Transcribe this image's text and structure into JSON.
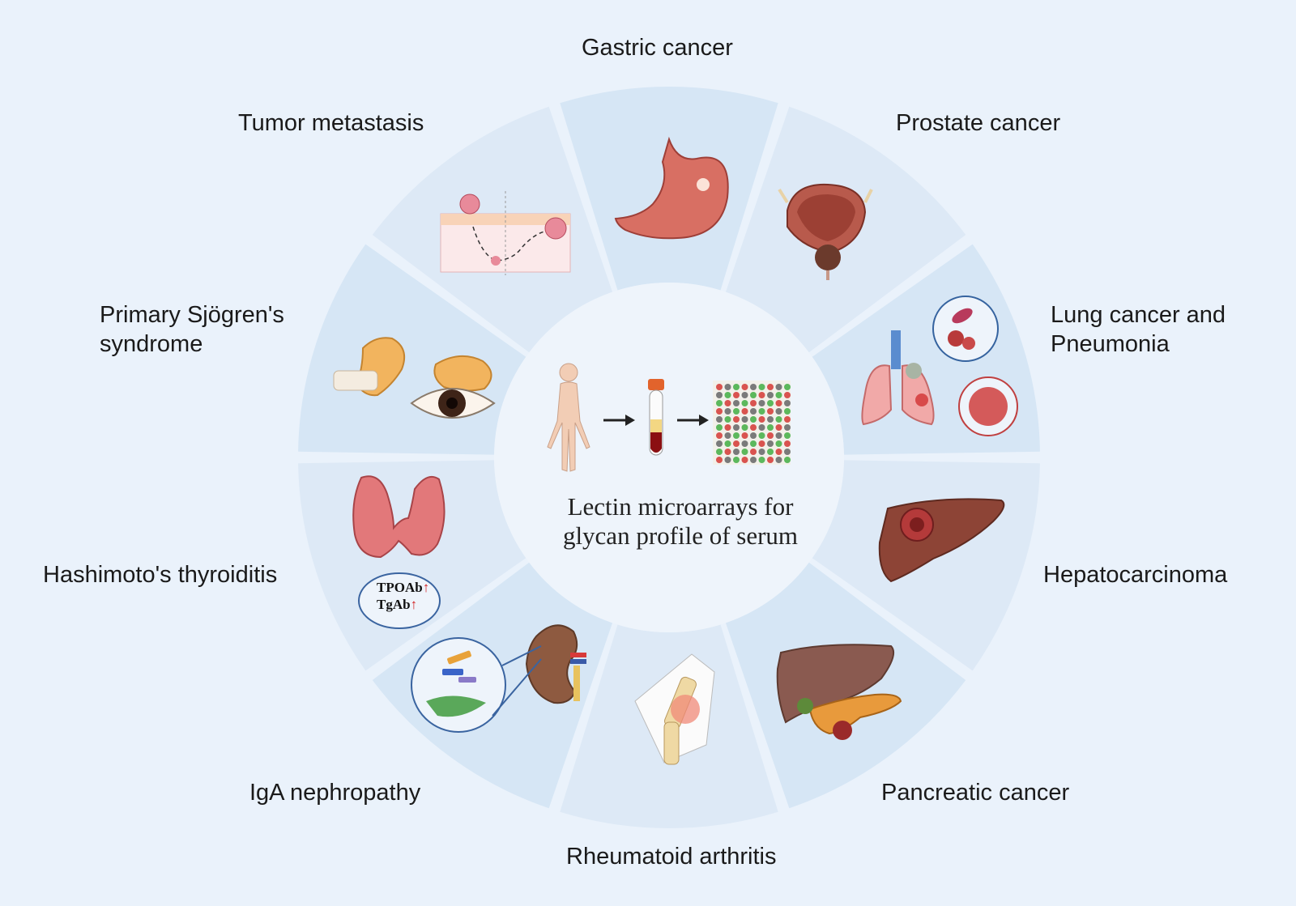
{
  "center": {
    "caption_line1": "Lectin microarrays for",
    "caption_line2": "glycan profile of serum",
    "icons": [
      "human-body",
      "arrow-right",
      "blood-tube",
      "arrow-right",
      "microarray"
    ]
  },
  "segments": [
    {
      "label": "Gastric cancer",
      "icon": "stomach-icon"
    },
    {
      "label": "Prostate cancer",
      "icon": "bladder-prostate-icon"
    },
    {
      "label": "Lung cancer and",
      "label2": "Pneumonia",
      "icon": "lungs-icon"
    },
    {
      "label": "Hepatocarcinoma",
      "icon": "liver-tumor-icon"
    },
    {
      "label": "Pancreatic cancer",
      "icon": "liver-pancreas-icon"
    },
    {
      "label": "Rheumatoid arthritis",
      "icon": "knee-joint-icon"
    },
    {
      "label": "IgA nephropathy",
      "icon": "kidney-icon"
    },
    {
      "label": "Hashimoto's thyroiditis",
      "icon": "thyroid-icon"
    },
    {
      "label": "Primary Sjögren's",
      "label2": "syndrome",
      "icon": "gland-eye-icon"
    },
    {
      "label": "Tumor metastasis",
      "icon": "metastasis-icon"
    }
  ],
  "thyroid_badge": {
    "line1": "TPOAb",
    "line2": "TgAb"
  },
  "colors": {
    "background": "#eaf2fb",
    "segment_a": "#d6e6f5",
    "segment_b": "#dde9f6",
    "center_disc": "#eef4fb",
    "arrow_up": "#d21e1e"
  }
}
